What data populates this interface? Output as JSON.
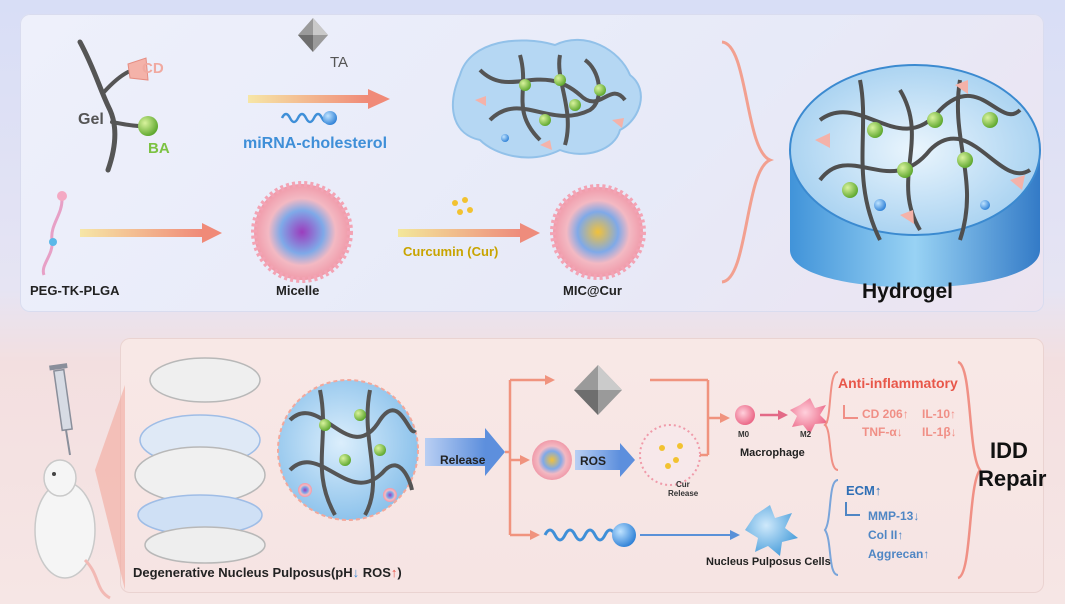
{
  "top": {
    "gel": "Gel",
    "cd": "CD",
    "ba": "BA",
    "ta": "TA",
    "mirna": "miRNA-cholesterol",
    "peg": "PEG-TK-PLGA",
    "micelle": "Micelle",
    "curcumin": "Curcumin (Cur)",
    "mic_cur": "MIC@Cur",
    "hydrogel": "Hydrogel"
  },
  "bottom": {
    "degenerative": "Degenerative Nucleus Pulposus(pH",
    "ph_arrow": "↓",
    "ros_label": " ROS",
    "ros_arrow": "↑",
    "ros_close": ")",
    "release": "Release",
    "ros": "ROS",
    "cur": "Cur",
    "cur_release": "Release",
    "m0": "M0",
    "m2": "M2",
    "macrophage": "Macrophage",
    "anti_inflammatory": "Anti-inflammatory",
    "cd206": "CD 206↑",
    "il10": "IL-10↑",
    "tnfa": "TNF-α↓",
    "il1b": "IL-1β↓",
    "ecm": "ECM↑",
    "mmp13": "MMP-13↓",
    "col2": "Col II↑",
    "aggrecan": "Aggrecan↑",
    "npc": "Nucleus Pulposus Cells",
    "idd": "IDD",
    "repair": "Repair"
  },
  "colors": {
    "cd": "#f0a9a0",
    "ba": "#7cc242",
    "mirna": "#3f8fd8",
    "curcumin": "#c8a400",
    "anti": "#e8574a",
    "anti_items": "#f08f86",
    "ecm": "#2f6fb5",
    "ecm_items": "#4f86c4",
    "arrow": "#f0937e"
  }
}
